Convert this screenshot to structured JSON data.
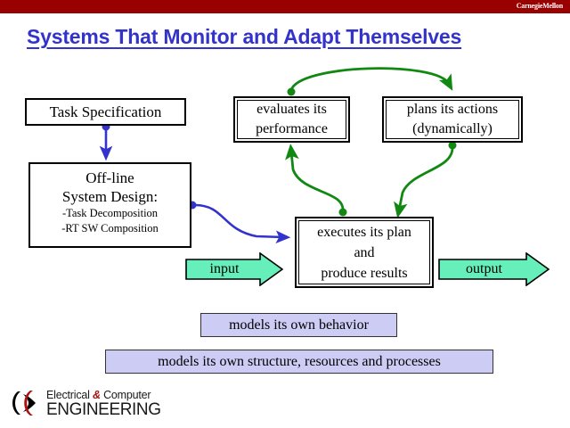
{
  "banner": {
    "brand": "CarnegieMellon",
    "color": "#990000"
  },
  "title": {
    "text": "Systems That Monitor and Adapt Themselves",
    "color": "#3333cc"
  },
  "boxes": {
    "task_spec": {
      "label": "Task Specification"
    },
    "offline": {
      "line1": "Off-line",
      "line2": "System Design:",
      "bullet1": "-Task Decomposition",
      "bullet2": "-RT SW Composition"
    },
    "evaluates": {
      "line1": "evaluates its",
      "line2": "performance"
    },
    "plans": {
      "line1": "plans its actions",
      "line2": "(dynamically)"
    },
    "executes": {
      "line1": "executes its plan",
      "line2": "and",
      "line3": "produce results"
    },
    "behavior": {
      "label": "models its own behavior"
    },
    "structure": {
      "label": "models its own structure, resources and processes"
    }
  },
  "arrows": {
    "input": {
      "label": "input",
      "color": "#66eebb"
    },
    "output": {
      "label": "output",
      "color": "#66eebb"
    },
    "feedback_color": "#118811",
    "design_link_color": "#3333cc"
  },
  "logo": {
    "line1_a": "Electrical ",
    "line1_amp": "&",
    "line1_b": " Computer",
    "line2": "ENGINEERING"
  }
}
